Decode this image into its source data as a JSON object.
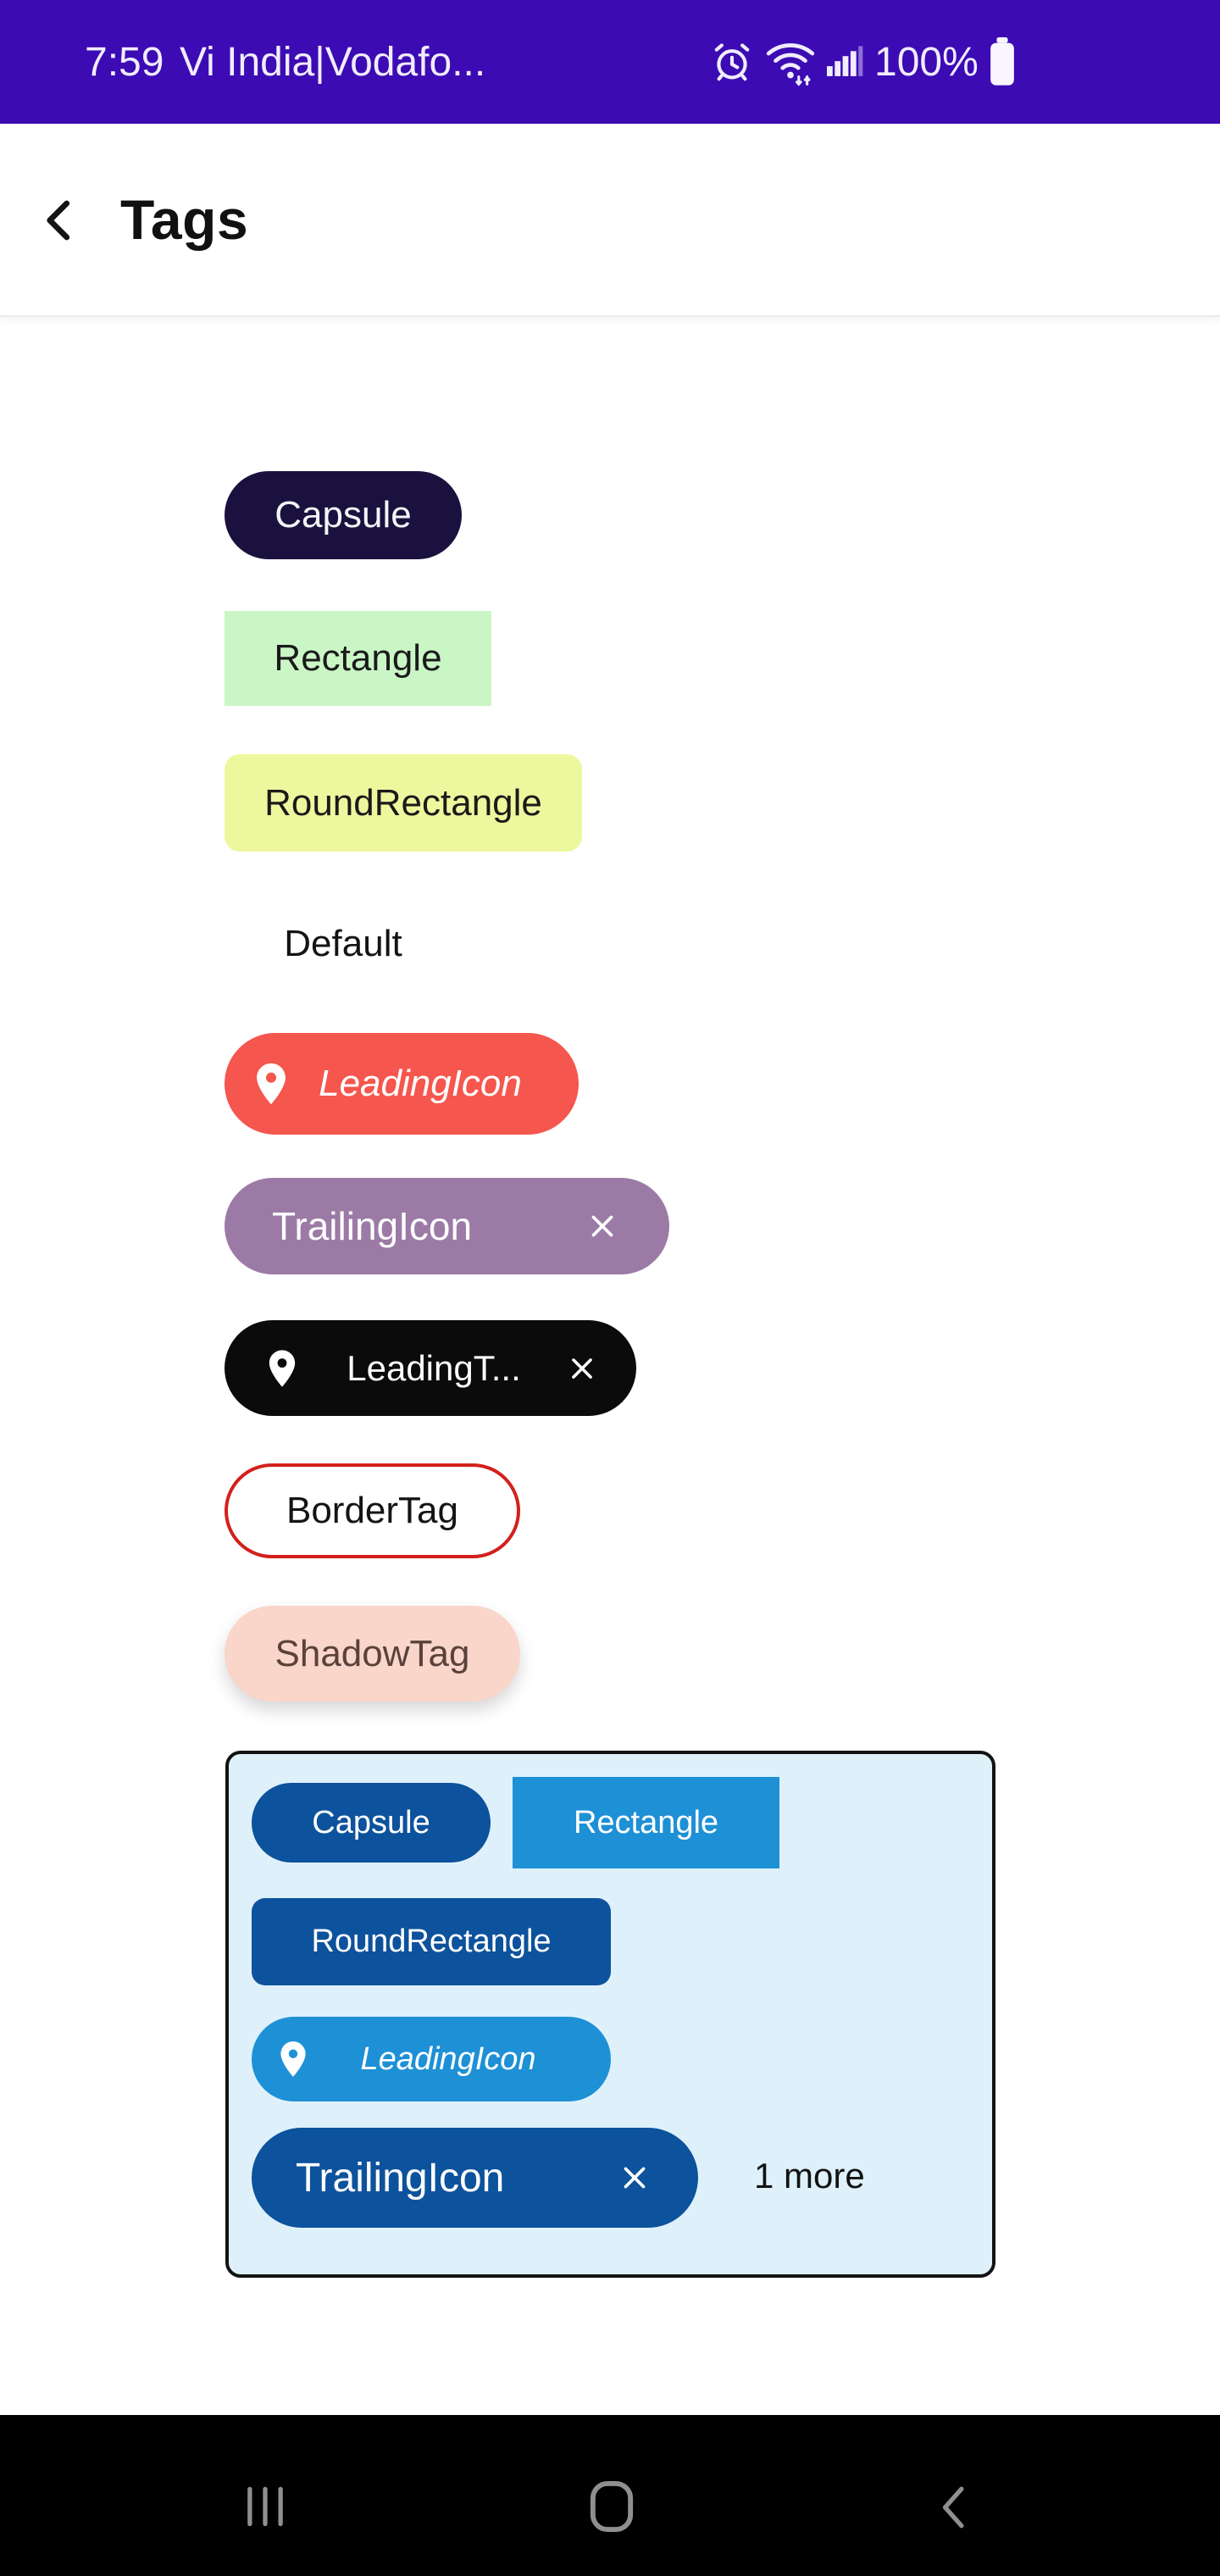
{
  "status_bar": {
    "time": "7:59",
    "carrier": "Vi India|Vodafo...",
    "battery_level": "100%",
    "bg_color": "#3C0BB3",
    "icons": [
      "alarm-icon",
      "wifi-icon",
      "signal-icon",
      "battery-icon"
    ]
  },
  "app_bar": {
    "title": "Tags",
    "back_icon": "chevron-left",
    "bg_color": "#FFFFFF"
  },
  "tag_list": [
    {
      "label": "Capsule",
      "shape": "capsule",
      "bg": "#1A113E",
      "text_color": "#FFFFFF"
    },
    {
      "label": "Rectangle",
      "shape": "rectangle",
      "bg": "#CAF6C5",
      "text_color": "#1A1A1A"
    },
    {
      "label": "RoundRectangle",
      "shape": "round-rectangle",
      "bg": "#EDF89E",
      "text_color": "#1A1A1A"
    },
    {
      "label": "Default",
      "shape": "none",
      "bg": "transparent",
      "text_color": "#141414"
    },
    {
      "label": "LeadingIcon",
      "shape": "capsule",
      "bg": "#F5564D",
      "text_color": "#FFFFFF",
      "leading_icon": "location-pin",
      "italic": true
    },
    {
      "label": "TrailingIcon",
      "shape": "capsule",
      "bg": "#9C7AA6",
      "text_color": "#FFFFFF",
      "trailing_icon": "close"
    },
    {
      "label": "LeadingT...",
      "shape": "capsule",
      "bg": "#0B0B0B",
      "text_color": "#FFFFFF",
      "leading_icon": "location-pin",
      "trailing_icon": "close"
    },
    {
      "label": "BorderTag",
      "shape": "capsule",
      "bg": "#FFFFFF",
      "text_color": "#141414",
      "border_color": "#D3201C"
    },
    {
      "label": "ShadowTag",
      "shape": "capsule",
      "bg": "#F9D6C9",
      "text_color": "#5A423B",
      "shadow": true
    }
  ],
  "tag_group": {
    "bg": "#DEF1FB",
    "border_color": "#131313",
    "tags": [
      {
        "label": "Capsule",
        "shape": "capsule",
        "bg": "#0D529C",
        "text_color": "#FFFFFF"
      },
      {
        "label": "Rectangle",
        "shape": "rectangle",
        "bg": "#1E90D6",
        "text_color": "#FFFFFF"
      },
      {
        "label": "RoundRectangle",
        "shape": "round-rectangle",
        "bg": "#0D529C",
        "text_color": "#FFFFFF"
      },
      {
        "label": "LeadingIcon",
        "shape": "capsule",
        "bg": "#1E90D6",
        "text_color": "#FFFFFF",
        "leading_icon": "location-pin",
        "italic": true
      },
      {
        "label": "TrailingIcon",
        "shape": "capsule",
        "bg": "#0D529C",
        "text_color": "#FFFFFF",
        "trailing_icon": "close"
      }
    ],
    "overflow_label": "1 more"
  },
  "nav_bar": {
    "bg": "#000000",
    "icon_color": "#8F8F8F",
    "buttons": [
      "recents",
      "home",
      "back"
    ]
  }
}
